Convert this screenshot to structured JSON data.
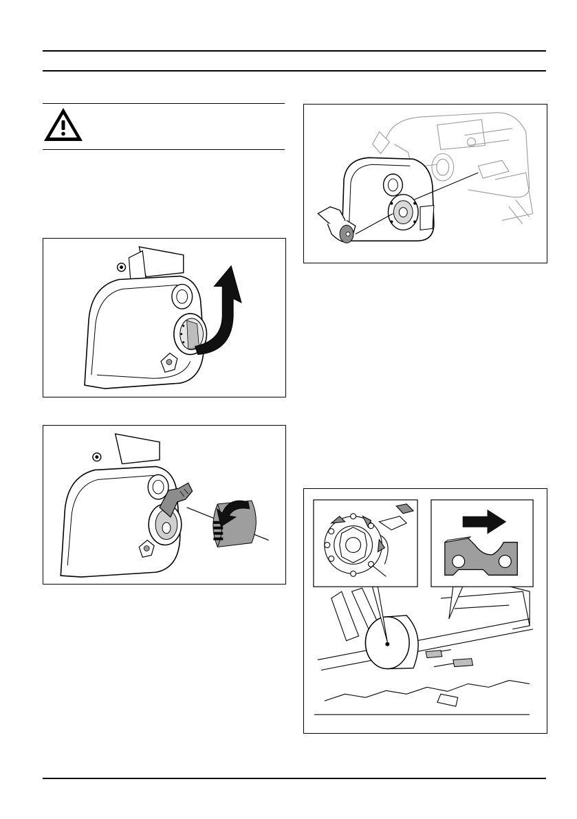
{
  "page": {
    "background": "#ffffff",
    "line_color": "#000000"
  },
  "warning": {
    "icon": "warning-triangle-icon"
  },
  "figures": [
    {
      "name": "figure-remove-clutch-cover-knob",
      "icons": [
        "curved-arrow-up-icon"
      ]
    },
    {
      "name": "figure-loosen-knob",
      "icons": [
        "rotate-counterclockwise-icon"
      ]
    },
    {
      "name": "figure-clutch-cover-exploded",
      "icons": []
    },
    {
      "name": "figure-chain-drive-sprocket-direction",
      "icons": [
        "arrow-right-icon"
      ]
    }
  ]
}
